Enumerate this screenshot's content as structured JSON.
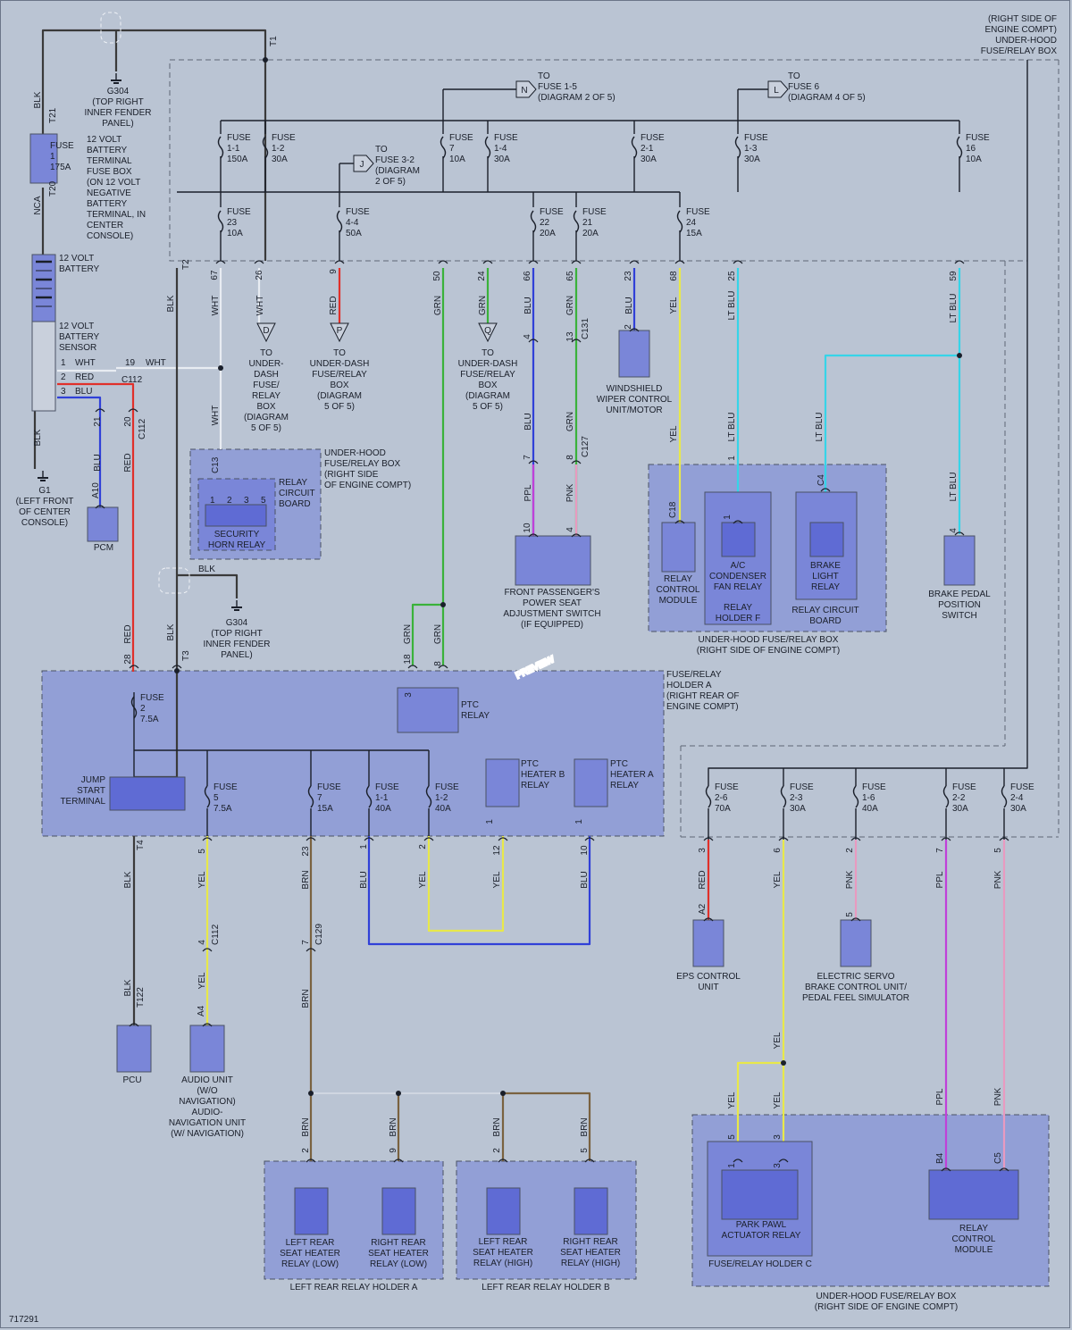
{
  "colors": {
    "background": "#bac4d3",
    "box_fill": "#929fd6",
    "component_fill": "#7a86d8",
    "dark_component": "#5f6bd4",
    "dashed_border": "#5d6675",
    "wire_BLK": "#3a3a3a",
    "wire_RED": "#e0302a",
    "wire_BLU": "#3040d8",
    "wire_WHT": "#e8ecf2",
    "wire_GRN": "#3ab23a",
    "wire_YEL": "#e8e84a",
    "wire_LTBLU": "#36d4e8",
    "wire_PPL": "#c040d8",
    "wire_PNK": "#e89ac0",
    "wire_BRN": "#7a6240"
  },
  "watermark": "PREVIEW",
  "diagram_id": "717291",
  "boxes": [
    {
      "label": "UNDER-HOOD FUSE/RELAY BOX (RIGHT SIDE OF ENGINE COMPT)",
      "lines": [
        "UNDER-HOOD",
        "FUSE/RELAY BOX",
        "(RIGHT SIDE",
        "OF ENGINE COMPT)"
      ]
    },
    {
      "label": "FUSE/RELAY HOLDER A",
      "lines": [
        "FUSE/RELAY",
        "HOLDER A",
        "(RIGHT REAR OF",
        "ENGINE COMPT)"
      ]
    },
    {
      "label": "UNDER-HOOD FUSE/RELAY BOX (RIGHT SIDE OF ENGINE COMPT) - relay board",
      "lines": [
        "UNDER-HOOD FUSE/RELAY BOX",
        "(RIGHT SIDE OF ENGINE COMPT)"
      ]
    },
    {
      "label": "LEFT REAR RELAY HOLDER A",
      "lines": [
        "LEFT REAR RELAY HOLDER A"
      ]
    },
    {
      "label": "LEFT REAR RELAY HOLDER B",
      "lines": [
        "LEFT REAR RELAY HOLDER B"
      ]
    },
    {
      "label": "UNDER-HOOD FUSE/RELAY BOX (RIGHT SIDE OF ENGINE COMPT) - lower",
      "lines": [
        "UNDER-HOOD FUSE/RELAY BOX",
        "(RIGHT SIDE OF ENGINE COMPT)"
      ]
    }
  ],
  "top_right_label": [
    "(RIGHT SIDE OF",
    "ENGINE COMPT)",
    "UNDER-HOOD",
    "FUSE/RELAY BOX"
  ],
  "fuses_top": [
    {
      "name": "FUSE 1-1 150A",
      "lines": [
        "FUSE",
        "1-1",
        "150A"
      ]
    },
    {
      "name": "FUSE 1-2 30A",
      "lines": [
        "FUSE",
        "1-2",
        "30A"
      ]
    },
    {
      "name": "FUSE 7 10A",
      "lines": [
        "FUSE",
        "7",
        "10A"
      ]
    },
    {
      "name": "FUSE 1-4 30A",
      "lines": [
        "FUSE",
        "1-4",
        "30A"
      ]
    },
    {
      "name": "FUSE 2-1 30A",
      "lines": [
        "FUSE",
        "2-1",
        "30A"
      ]
    },
    {
      "name": "FUSE 1-3 30A",
      "lines": [
        "FUSE",
        "1-3",
        "30A"
      ]
    },
    {
      "name": "FUSE 16 10A",
      "lines": [
        "FUSE",
        "16",
        "10A"
      ]
    },
    {
      "name": "FUSE 23 10A",
      "lines": [
        "FUSE",
        "23",
        "10A"
      ]
    },
    {
      "name": "FUSE 4-4 50A",
      "lines": [
        "FUSE",
        "4-4",
        "50A"
      ]
    },
    {
      "name": "FUSE 22 20A",
      "lines": [
        "FUSE",
        "22",
        "20A"
      ]
    },
    {
      "name": "FUSE 21 20A",
      "lines": [
        "FUSE",
        "21",
        "20A"
      ]
    },
    {
      "name": "FUSE 24 15A",
      "lines": [
        "FUSE",
        "24",
        "15A"
      ]
    }
  ],
  "fuses_holder_a": [
    {
      "name": "FUSE 2 7.5A",
      "lines": [
        "FUSE",
        "2",
        "7.5A"
      ]
    },
    {
      "name": "FUSE 5 7.5A",
      "lines": [
        "FUSE",
        "5",
        "7.5A"
      ]
    },
    {
      "name": "FUSE 7 15A",
      "lines": [
        "FUSE",
        "7",
        "15A"
      ]
    },
    {
      "name": "FUSE 1-1 40A",
      "lines": [
        "FUSE",
        "1-1",
        "40A"
      ]
    },
    {
      "name": "FUSE 1-2 40A",
      "lines": [
        "FUSE",
        "1-2",
        "40A"
      ]
    }
  ],
  "fuses_lower_right": [
    {
      "name": "FUSE 2-6 70A",
      "lines": [
        "FUSE",
        "2-6",
        "70A"
      ]
    },
    {
      "name": "FUSE 2-3 30A",
      "lines": [
        "FUSE",
        "2-3",
        "30A"
      ]
    },
    {
      "name": "FUSE 1-6 40A",
      "lines": [
        "FUSE",
        "1-6",
        "40A"
      ]
    },
    {
      "name": "FUSE 2-2 30A",
      "lines": [
        "FUSE",
        "2-2",
        "30A"
      ]
    },
    {
      "name": "FUSE 2-4 30A",
      "lines": [
        "FUSE",
        "2-4",
        "30A"
      ]
    }
  ],
  "offpage": [
    {
      "letter": "N",
      "lines": [
        "TO",
        "FUSE 1-5",
        "(DIAGRAM 2 OF 5)"
      ]
    },
    {
      "letter": "L",
      "lines": [
        "TO",
        "FUSE 6",
        "(DIAGRAM 4 OF 5)"
      ]
    },
    {
      "letter": "J",
      "lines": [
        "TO",
        "FUSE 3-2",
        "(DIAGRAM",
        "2 OF 5)"
      ]
    },
    {
      "letter": "D",
      "lines": [
        "TO",
        "UNDER-",
        "DASH",
        "FUSE/",
        "RELAY",
        "BOX",
        "(DIAGRAM",
        "5 OF 5)"
      ]
    },
    {
      "letter": "P",
      "lines": [
        "TO",
        "UNDER-DASH",
        "FUSE/RELAY",
        "BOX",
        "(DIAGRAM",
        "5 OF 5)"
      ]
    },
    {
      "letter": "Q",
      "lines": [
        "TO",
        "UNDER-DASH",
        "FUSE/RELAY",
        "BOX",
        "(DIAGRAM",
        "5 OF 5)"
      ]
    }
  ],
  "components": [
    {
      "name": "PCM",
      "lines": [
        "PCM"
      ]
    },
    {
      "name": "PCU",
      "lines": [
        "PCU"
      ]
    },
    {
      "name": "AUDIO UNIT",
      "lines": [
        "AUDIO UNIT",
        "(W/O",
        "NAVIGATION)",
        "AUDIO-",
        "NAVIGATION UNIT",
        "(W/ NAVIGATION)"
      ]
    },
    {
      "name": "WINDSHIELD WIPER CONTROL UNIT/MOTOR",
      "lines": [
        "WINDSHIELD",
        "WIPER CONTROL",
        "UNIT/MOTOR"
      ]
    },
    {
      "name": "FRONT PASSENGER'S POWER SEAT ADJUSTMENT SWITCH",
      "lines": [
        "FRONT PASSENGER'S",
        "POWER SEAT",
        "ADJUSTMENT SWITCH",
        "(IF EQUIPPED)"
      ]
    },
    {
      "name": "RELAY CONTROL MODULE (upper)",
      "lines": [
        "RELAY",
        "CONTROL",
        "MODULE"
      ]
    },
    {
      "name": "A/C CONDENSER FAN RELAY",
      "lines": [
        "A/C",
        "CONDENSER",
        "FAN RELAY"
      ]
    },
    {
      "name": "RELAY HOLDER F",
      "lines": [
        "RELAY",
        "HOLDER F"
      ]
    },
    {
      "name": "BRAKE LIGHT RELAY",
      "lines": [
        "BRAKE",
        "LIGHT",
        "RELAY"
      ]
    },
    {
      "name": "RELAY CIRCUIT BOARD (right)",
      "lines": [
        "RELAY CIRCUIT",
        "BOARD"
      ]
    },
    {
      "name": "BRAKE PEDAL POSITION SWITCH",
      "lines": [
        "BRAKE PEDAL",
        "POSITION",
        "SWITCH"
      ]
    },
    {
      "name": "EPS CONTROL UNIT",
      "lines": [
        "EPS CONTROL",
        "UNIT"
      ]
    },
    {
      "name": "ELECTRIC SERVO BRAKE CONTROL UNIT",
      "lines": [
        "ELECTRIC SERVO",
        "BRAKE CONTROL UNIT/",
        "PEDAL FEEL SIMULATOR"
      ]
    },
    {
      "name": "PARK PAWL ACTUATOR RELAY",
      "lines": [
        "PARK PAWL",
        "ACTUATOR RELAY"
      ]
    },
    {
      "name": "FUSE/RELAY HOLDER C",
      "lines": [
        "FUSE/RELAY HOLDER C"
      ]
    },
    {
      "name": "RELAY CONTROL MODULE (lower)",
      "lines": [
        "RELAY",
        "CONTROL",
        "MODULE"
      ]
    },
    {
      "name": "LEFT REAR SEAT HEATER RELAY (LOW)",
      "lines": [
        "LEFT REAR",
        "SEAT HEATER",
        "RELAY (LOW)"
      ]
    },
    {
      "name": "RIGHT REAR SEAT HEATER RELAY (LOW)",
      "lines": [
        "RIGHT REAR",
        "SEAT HEATER",
        "RELAY (LOW)"
      ]
    },
    {
      "name": "LEFT REAR SEAT HEATER RELAY (HIGH)",
      "lines": [
        "LEFT REAR",
        "SEAT HEATER",
        "RELAY (HIGH)"
      ]
    },
    {
      "name": "RIGHT REAR SEAT HEATER RELAY (HIGH)",
      "lines": [
        "RIGHT REAR",
        "SEAT HEATER",
        "RELAY (HIGH)"
      ]
    },
    {
      "name": "PTC HEATER B RELAY",
      "lines": [
        "PTC",
        "HEATER B",
        "RELAY"
      ]
    },
    {
      "name": "PTC HEATER A RELAY",
      "lines": [
        "PTC",
        "HEATER A",
        "RELAY"
      ]
    },
    {
      "name": "JUMP START TERMINAL",
      "lines": [
        "JUMP",
        "START",
        "TERMINAL"
      ]
    },
    {
      "name": "SECURITY HORN RELAY",
      "lines": [
        "SECURITY",
        "HORN RELAY"
      ]
    },
    {
      "name": "RELAY CIRCUIT BOARD (left)",
      "lines": [
        "RELAY",
        "CIRCUIT",
        "BOARD"
      ]
    },
    {
      "name": "UNDER-HOOD FUSE/RELAY BOX (left)",
      "lines": [
        "UNDER-HOOD",
        "FUSE/RELAY BOX",
        "(RIGHT SIDE",
        "OF ENGINE COMPT)"
      ]
    },
    {
      "name": "PTC RELAY",
      "lines": [
        "PTC",
        "RELAY"
      ]
    }
  ],
  "battery": {
    "fuse_lines": [
      "FUSE",
      "1",
      "175A"
    ],
    "fuse_box_lines": [
      "12 VOLT",
      "BATTERY",
      "TERMINAL",
      "FUSE BOX",
      "(ON 12 VOLT",
      "NEGATIVE",
      "BATTERY",
      "TERMINAL, IN",
      "CENTER",
      "CONSOLE)"
    ],
    "battery_lines": [
      "12 VOLT",
      "BATTERY"
    ],
    "sensor_lines": [
      "12 VOLT",
      "BATTERY",
      "SENSOR"
    ],
    "pins": [
      "1",
      "2",
      "3"
    ],
    "pin_wires": [
      "WHT",
      "RED",
      "BLU"
    ]
  },
  "grounds": [
    {
      "name": "G304 (top)",
      "lines": [
        "G304",
        "(TOP RIGHT",
        "INNER FENDER",
        "PANEL)"
      ]
    },
    {
      "name": "G304 (middle)",
      "lines": [
        "G304",
        "(TOP RIGHT",
        "INNER FENDER",
        "PANEL)"
      ]
    },
    {
      "name": "G1",
      "lines": [
        "G1",
        "(LEFT FRONT",
        "OF CENTER",
        "CONSOLE)"
      ]
    }
  ],
  "connectors": [
    "T1",
    "T2",
    "T3",
    "T4",
    "T20",
    "T21",
    "T122",
    "C112",
    "C127",
    "C129",
    "C131",
    "C13",
    "C18",
    "C4",
    "C5",
    "A10",
    "A2",
    "A4",
    "B4"
  ],
  "wire_labels": {
    "BLK": "BLK",
    "RED": "RED",
    "BLU": "BLU",
    "WHT": "WHT",
    "GRN": "GRN",
    "YEL": "YEL",
    "LTBLU": "LT BLU",
    "PPL": "PPL",
    "PNK": "PNK",
    "BRN": "BRN",
    "NCA": "NCA"
  },
  "pin_numbers": [
    "19",
    "20",
    "21",
    "67",
    "26",
    "9",
    "50",
    "24",
    "66",
    "65",
    "23",
    "68",
    "25",
    "59",
    "4",
    "13",
    "7",
    "8",
    "10",
    "2",
    "1",
    "3",
    "5",
    "6",
    "12",
    "18",
    "28",
    "2",
    "9"
  ]
}
